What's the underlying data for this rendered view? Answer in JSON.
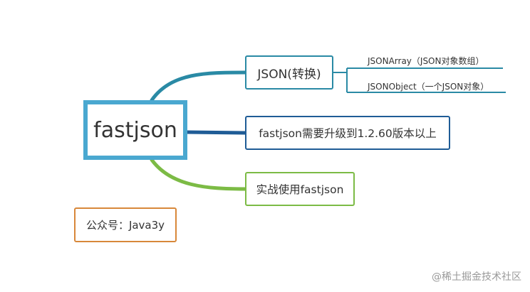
{
  "root": {
    "label": "fastjson"
  },
  "branches": [
    {
      "label": "JSON(转换)",
      "color": "#2a8aa5",
      "children": [
        "JSONArray（JSON对象数组）",
        "JSONObject（一个JSON对象）"
      ]
    },
    {
      "label": "fastjson需要升级到1.2.60版本以上",
      "color": "#1f5c96"
    },
    {
      "label": "实战使用fastjson",
      "color": "#7cbb45"
    }
  ],
  "note": {
    "label": "公众号：Java3y",
    "color": "#d8883a"
  },
  "watermark": "@稀土掘金技术社区"
}
